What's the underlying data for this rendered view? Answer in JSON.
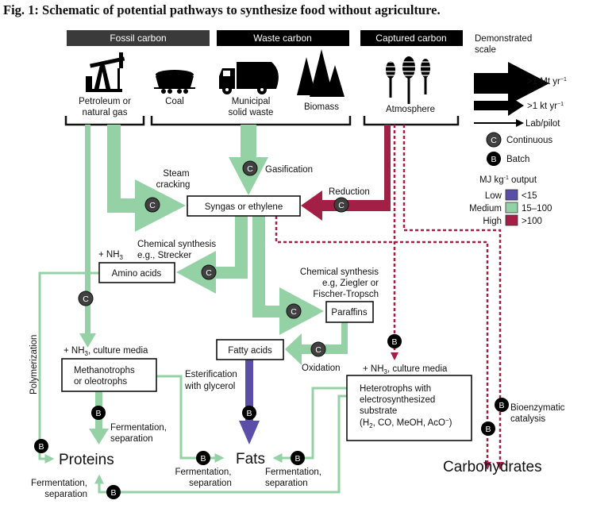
{
  "title": "Fig. 1: Schematic of potential pathways to synthesize food without agriculture.",
  "headers": {
    "fossil": "Fossil carbon",
    "waste": "Waste carbon",
    "captured": "Captured carbon"
  },
  "sources": {
    "petroleum": [
      "Petroleum or",
      "natural gas"
    ],
    "coal": "Coal",
    "msw": [
      "Municipal",
      "solid waste"
    ],
    "biomass": "Biomass",
    "atmosphere": "Atmosphere"
  },
  "scale_legend": {
    "title": [
      "Demonstrated",
      "scale"
    ],
    "large": {
      "text": ">1 Mt yr",
      "sup": "−1"
    },
    "medium": {
      "text": ">1 kt yr",
      "sup": "−1"
    },
    "small": "Lab/pilot"
  },
  "mode_legend": {
    "continuous_symbol": "C",
    "continuous": "Continuous",
    "batch_symbol": "B",
    "batch": "Batch"
  },
  "energy_legend": {
    "title_pre": "MJ kg",
    "title_sup": "-1",
    "title_post": " output",
    "levels": [
      {
        "label": "Low",
        "range": "<15",
        "color": "#5a4fa8"
      },
      {
        "label": "Medium",
        "range": "15–100",
        "color": "#94d2a5"
      },
      {
        "label": "High",
        "range": ">100",
        "color": "#a41f45"
      }
    ]
  },
  "nodes": {
    "syngas": "Syngas or ethylene",
    "amino_acids": "Amino acids",
    "paraffins": "Paraffins",
    "fatty_acids": "Fatty acids",
    "methanotrophs": [
      "Methanotrophs",
      "or oleotrophs"
    ],
    "heterotrophs": [
      "Heterotrophs with",
      "electrosynthesized",
      "substrate"
    ],
    "heterotrophs_sub": {
      "a": "(H",
      "a_sub": "2",
      "b": ", CO, MeOH, AcO",
      "b_sup": "−",
      "c": ")"
    },
    "proteins": "Proteins",
    "fats": "Fats",
    "carbohydrates": "Carbohydrates"
  },
  "processes": {
    "steam_cracking": [
      "Steam",
      "cracking"
    ],
    "gasification": "Gasification",
    "reduction": "Reduction",
    "nh3_amino": {
      "pre": "+ NH",
      "sub": "3"
    },
    "strecker": [
      "Chemical synthesis",
      "e.g., Strecker"
    ],
    "ziegler": [
      "Chemical synthesis",
      "e.g, Ziegler or",
      "Fischer-Tropsch"
    ],
    "oxidation": "Oxidation",
    "culture_media_1": {
      "pre": "+ NH",
      "sub": "3",
      "post": ", culture media"
    },
    "culture_media_2": {
      "pre": "+ NH",
      "sub": "3",
      "post": ", culture media"
    },
    "esterification": [
      "Esterification",
      "with glycerol"
    ],
    "polymerization": "Polymerization",
    "fermentation": [
      "Fermentation,",
      "separation"
    ],
    "bioenzymatic": [
      "Bioenzymatic",
      "catalysis"
    ]
  }
}
